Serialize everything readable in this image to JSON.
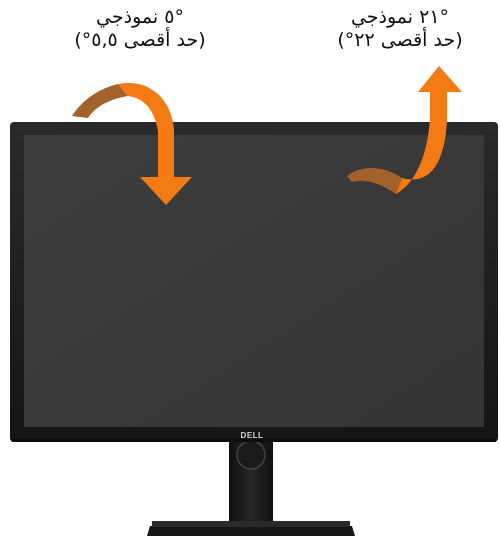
{
  "tilt_forward": {
    "nominal": "°٥ نموذجي",
    "maximum": "(حد أقصى ٥,٥°)"
  },
  "tilt_backward": {
    "nominal": "°٢١ نموذجي",
    "maximum": "(حد أقصى ٢٢°)"
  },
  "brand": {
    "logo_text": "DELL"
  },
  "colors": {
    "arrow_front": "#f47a14",
    "arrow_back": "#a2622a",
    "bezel": "#1b1b1b",
    "screen": "#3a3a3a"
  }
}
